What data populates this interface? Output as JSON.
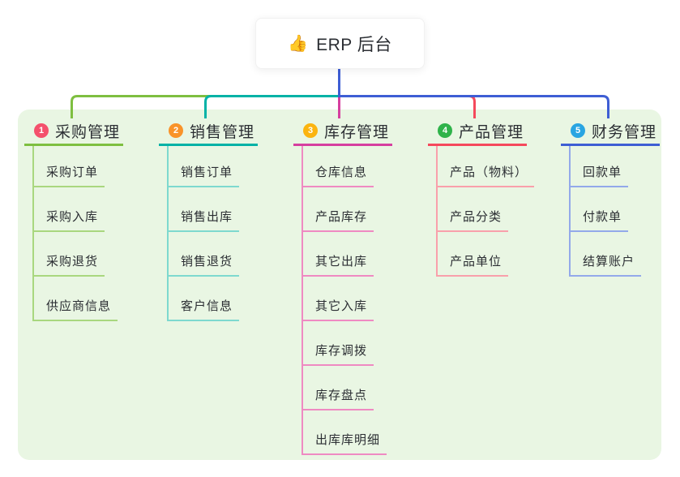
{
  "root": {
    "icon": "👍",
    "title": "ERP 后台"
  },
  "colors": {
    "panel_bg": "#e9f6e3",
    "root_connector": "#3e5ed4",
    "text": "#2b2e33"
  },
  "branches": [
    {
      "number": "1",
      "label": "采购管理",
      "badge_color": "#f4516c",
      "line_color": "#7ebf40",
      "child_line_color": "#a9d77f",
      "children": [
        "采购订单",
        "采购入库",
        "采购退货",
        "供应商信息"
      ]
    },
    {
      "number": "2",
      "label": "销售管理",
      "badge_color": "#f99329",
      "line_color": "#00b2a6",
      "child_line_color": "#7ed9cf",
      "children": [
        "销售订单",
        "销售出库",
        "销售退货",
        "客户信息"
      ]
    },
    {
      "number": "3",
      "label": "库存管理",
      "badge_color": "#fbb40f",
      "line_color": "#d63f9f",
      "child_line_color": "#ef8ac2",
      "children": [
        "仓库信息",
        "产品库存",
        "其它出库",
        "其它入库",
        "库存调拨",
        "库存盘点",
        "出库库明细"
      ]
    },
    {
      "number": "4",
      "label": "产品管理",
      "badge_color": "#2fb34a",
      "line_color": "#f5495c",
      "child_line_color": "#f9a0ab",
      "children": [
        "产品（物料）",
        "产品分类",
        "产品单位"
      ]
    },
    {
      "number": "5",
      "label": "财务管理",
      "badge_color": "#29a5e2",
      "line_color": "#3e5ed4",
      "child_line_color": "#93a9ea",
      "children": [
        "回款单",
        "付款单",
        "结算账户"
      ]
    }
  ]
}
